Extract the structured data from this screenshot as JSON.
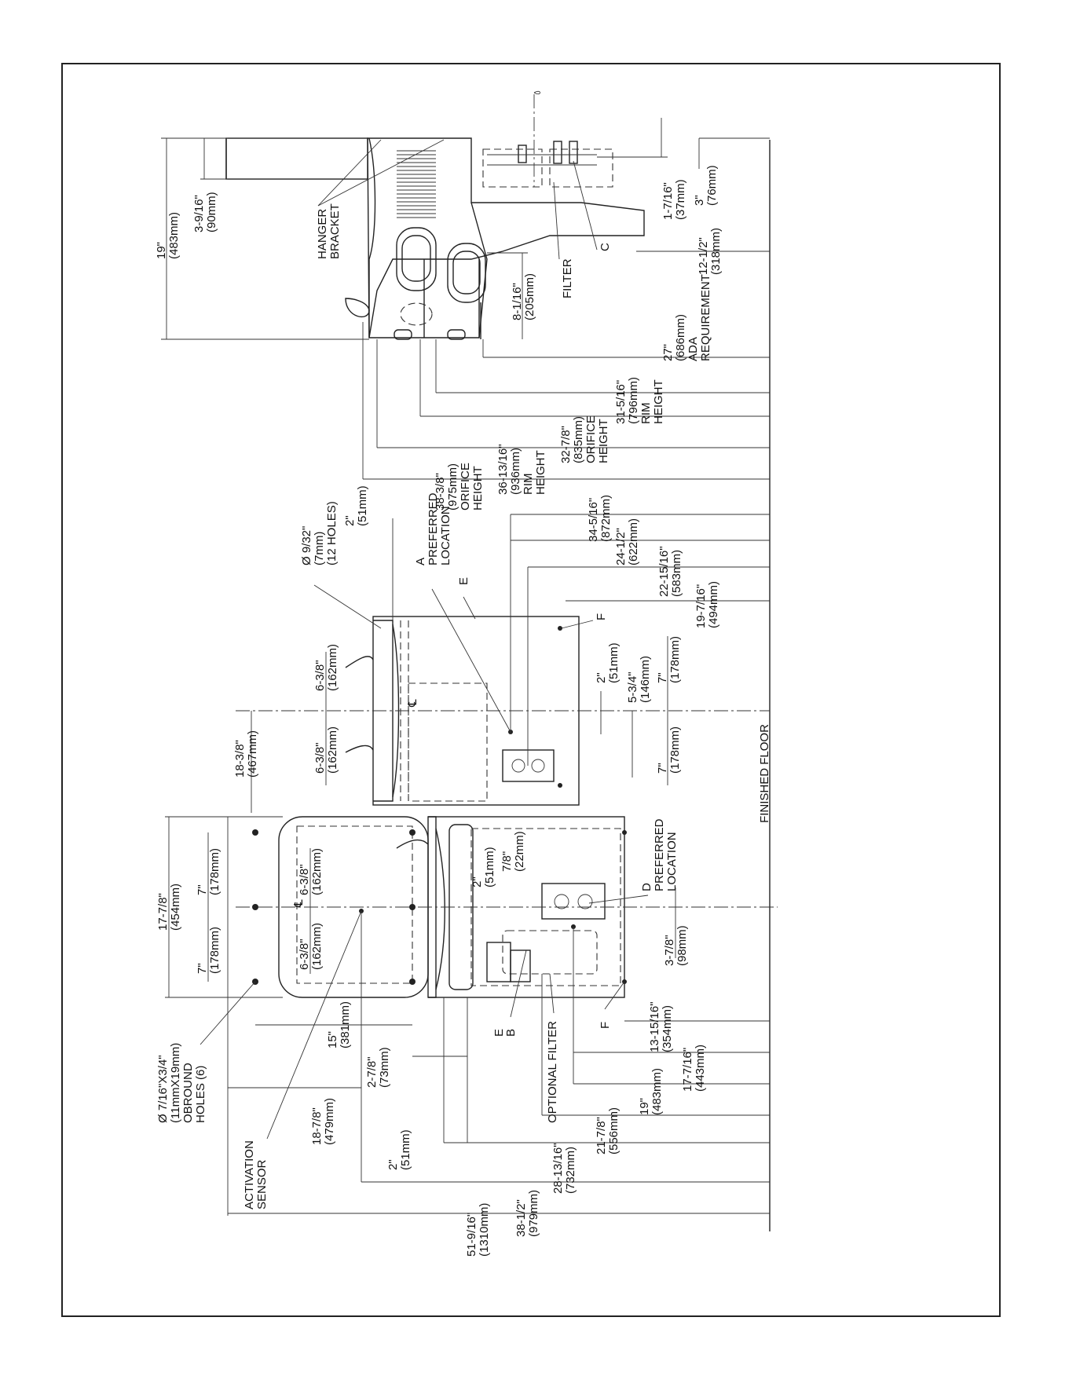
{
  "labels": {
    "finished_floor": "FINISHED FLOOR",
    "hanger_bracket": [
      "HANGER",
      "BRACKET"
    ],
    "filter": "FILTER",
    "c": "C",
    "ada": [
      "27\"",
      "(686mm)",
      "ADA",
      "REQUIREMENT"
    ],
    "rim_height_low": [
      "31-5/16\"",
      "(796mm)",
      "RIM",
      "HEIGHT"
    ],
    "orifice_height_low": [
      "32-7/8\"",
      "(835mm)",
      "ORIFICE",
      "HEIGHT"
    ],
    "rim_height_high": [
      "36-13/16\"",
      "(936mm)",
      "RIM",
      "HEIGHT"
    ],
    "orifice_height_high": [
      "38-3/8\"",
      "(975mm)",
      "ORIFICE",
      "HEIGHT"
    ],
    "preferred_location_a": [
      "A",
      "PREFERRED",
      "LOCATION"
    ],
    "e_top": "E",
    "f_top": "F",
    "holes_9_32": [
      "Ø 9/32\"",
      "(7mm)",
      "(12 HOLES)"
    ],
    "preferred_location_d": [
      "D",
      "PREFERRED",
      "LOCATION"
    ],
    "obround_holes": [
      "Ø 7/16\"X3/4\"",
      "(11mmX19mm)",
      "OBROUND",
      "HOLES (6)"
    ],
    "activation_sensor": [
      "ACTIVATION",
      "SENSOR"
    ],
    "optional_filter": "OPTIONAL FILTER",
    "e_bottom": "E",
    "b": "B",
    "f_bottom": "F",
    "centerline": "℄"
  },
  "dimensions": {
    "d19": [
      "19\"",
      "(483mm)"
    ],
    "d3_9_16": [
      "3-9/16\"",
      "(90mm)"
    ],
    "d8_1_16": [
      "8-1/16\"",
      "(205mm)"
    ],
    "d1_7_16": [
      "1-7/16\"",
      "(37mm)"
    ],
    "d3": [
      "3\"",
      "(76mm)"
    ],
    "d12_1_2": [
      "12-1/2\"",
      "(318mm)"
    ],
    "d2_top": [
      "2\"",
      "(51mm)"
    ],
    "d34_5_16": [
      "34-5/16\"",
      "(872mm)"
    ],
    "d24_1_2": [
      "24-1/2\"",
      "(622mm)"
    ],
    "d22_15_16": [
      "22-15/16\"",
      "(583mm)"
    ],
    "d19_7_16": [
      "19-7/16\"",
      "(494mm)"
    ],
    "d6_3_8_a": [
      "6-3/8\"",
      "(162mm)"
    ],
    "d6_3_8_b": [
      "6-3/8\"",
      "(162mm)"
    ],
    "d18_3_8": [
      "18-3/8\"",
      "(467mm)"
    ],
    "d2_mid": [
      "2\"",
      "(51mm)"
    ],
    "d5_3_4": [
      "5-3/4\"",
      "(146mm)"
    ],
    "d7_a": [
      "7\"",
      "(178mm)"
    ],
    "d7_b": [
      "7\"",
      "(178mm)"
    ],
    "d17_7_8": [
      "17-7/8\"",
      "(454mm)"
    ],
    "d7_c": [
      "7\"",
      "(178mm)"
    ],
    "d7_d": [
      "7\"",
      "(178mm)"
    ],
    "d6_3_8_c": [
      "6-3/8\"",
      "(162mm)"
    ],
    "d6_3_8_d": [
      "6-3/8\"",
      "(162mm)"
    ],
    "d2_low": [
      "2\"",
      "(51mm)"
    ],
    "d7_8": [
      "7/8\"",
      "(22mm)"
    ],
    "d3_7_8": [
      "3-7/8\"",
      "(98mm)"
    ],
    "d15": [
      "15\"",
      "(381mm)"
    ],
    "d2_7_8": [
      "2-7/8\"",
      "(73mm)"
    ],
    "d13_15_16": [
      "13-15/16\"",
      "(354mm)"
    ],
    "d17_7_16": [
      "17-7/16\"",
      "(443mm)"
    ],
    "d18_7_8": [
      "18-7/8\"",
      "(479mm)"
    ],
    "d19_b": [
      "19\"",
      "(483mm)"
    ],
    "d21_7_8": [
      "21-7/8\"",
      "(556mm)"
    ],
    "d2_bottom": [
      "2\"",
      "(51mm)"
    ],
    "d28_13_16": [
      "28-13/16\"",
      "(732mm)"
    ],
    "d38_1_2": [
      "38-1/2\"",
      "(979mm)"
    ],
    "d51_9_16": [
      "51-9/16\"",
      "(1310mm)"
    ]
  }
}
